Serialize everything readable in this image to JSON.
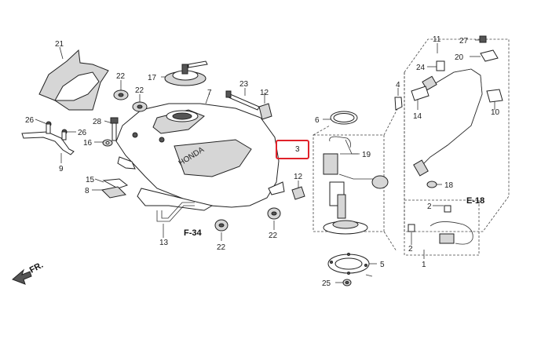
{
  "diagram": {
    "callouts": [
      {
        "id": "c21",
        "text": "21"
      },
      {
        "id": "c22a",
        "text": "22"
      },
      {
        "id": "c17",
        "text": "17"
      },
      {
        "id": "c22b",
        "text": "22"
      },
      {
        "id": "c23",
        "text": "23"
      },
      {
        "id": "c12a",
        "text": "12"
      },
      {
        "id": "c7",
        "text": "7"
      },
      {
        "id": "c26a",
        "text": "26"
      },
      {
        "id": "c26b",
        "text": "26"
      },
      {
        "id": "c28",
        "text": "28"
      },
      {
        "id": "c16",
        "text": "16"
      },
      {
        "id": "c9",
        "text": "9"
      },
      {
        "id": "c15",
        "text": "15"
      },
      {
        "id": "c8",
        "text": "8"
      },
      {
        "id": "c13",
        "text": "13"
      },
      {
        "id": "c22c",
        "text": "22"
      },
      {
        "id": "c22d",
        "text": "22"
      },
      {
        "id": "c12b",
        "text": "12"
      },
      {
        "id": "c6",
        "text": "6"
      },
      {
        "id": "c3",
        "text": "3"
      },
      {
        "id": "c19",
        "text": "19"
      },
      {
        "id": "c4",
        "text": "4"
      },
      {
        "id": "c11",
        "text": "11"
      },
      {
        "id": "c27",
        "text": "27"
      },
      {
        "id": "c20",
        "text": "20"
      },
      {
        "id": "c24",
        "text": "24"
      },
      {
        "id": "c14",
        "text": "14"
      },
      {
        "id": "c10",
        "text": "10"
      },
      {
        "id": "c18",
        "text": "18"
      },
      {
        "id": "c2a",
        "text": "2"
      },
      {
        "id": "c2b",
        "text": "2"
      },
      {
        "id": "c1",
        "text": "1"
      },
      {
        "id": "c5",
        "text": "5"
      },
      {
        "id": "c25",
        "text": "25"
      }
    ],
    "references": {
      "f34": "F-34",
      "e18": "E-18",
      "front": "FR."
    },
    "tank_logo": "HONDA",
    "highlight_color": "#e0222a"
  }
}
